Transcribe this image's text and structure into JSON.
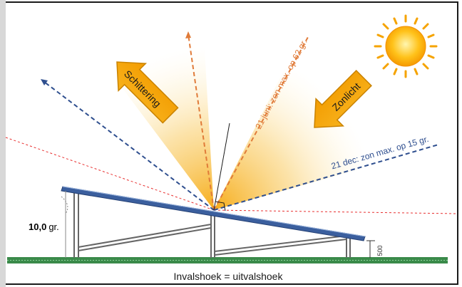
{
  "labels": {
    "schittering": "Schittering",
    "zonlicht": "Zonlicht",
    "june": "21 juni: zon max. op 62 gr.",
    "dec": "21 dec: zon max. op 15 gr.",
    "angle_value": "10,0",
    "angle_unit": "gr.",
    "dimension": "500",
    "caption": "Invalshoek = uitvalshoek"
  },
  "colors": {
    "frame": "#1a1a1a",
    "june_ray": "#e07b39",
    "dec_ray": "#2f4f8f",
    "glare_line": "#e83030",
    "panel": "#3b5f9e",
    "ground": "#3a8a4a",
    "arrow_fill": "#f5a300",
    "arrow_stroke": "#c98200",
    "sun": "#f5a300"
  },
  "icons": {
    "sun": "sun-icon",
    "schittering_arrow": "arrow-up-left-icon",
    "zonlicht_arrow": "arrow-down-left-icon"
  }
}
